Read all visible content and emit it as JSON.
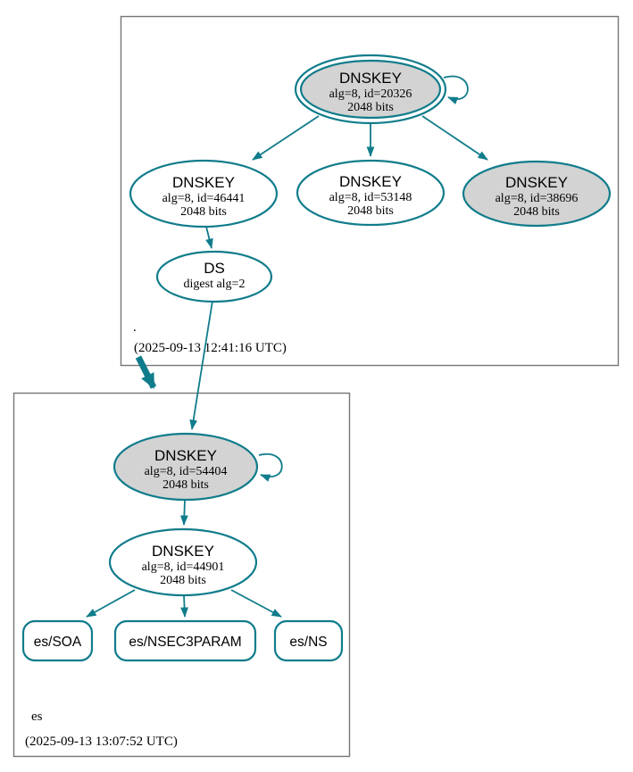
{
  "colors": {
    "edge_teal": "#107c8b",
    "node_fill_gray": "#d3d3d3",
    "node_fill_white": "#ffffff",
    "zone_border_gray": "#757575",
    "text_black": "#000000"
  },
  "root_zone": {
    "name": ".",
    "timestamp": "(2025-09-13 12:41:16 UTC)",
    "nodes": {
      "ksk_20326": {
        "title": "DNSKEY",
        "detail": "alg=8, id=20326",
        "bits": "2048 bits"
      },
      "zsk_46441": {
        "title": "DNSKEY",
        "detail": "alg=8, id=46441",
        "bits": "2048 bits"
      },
      "zsk_53148": {
        "title": "DNSKEY",
        "detail": "alg=8, id=53148",
        "bits": "2048 bits"
      },
      "ksk_38696": {
        "title": "DNSKEY",
        "detail": "alg=8, id=38696",
        "bits": "2048 bits"
      },
      "ds": {
        "title": "DS",
        "detail": "digest alg=2"
      }
    }
  },
  "es_zone": {
    "name": "es",
    "timestamp": "(2025-09-13 13:07:52 UTC)",
    "nodes": {
      "ksk_54404": {
        "title": "DNSKEY",
        "detail": "alg=8, id=54404",
        "bits": "2048 bits"
      },
      "zsk_44901": {
        "title": "DNSKEY",
        "detail": "alg=8, id=44901",
        "bits": "2048 bits"
      },
      "rrset_soa": {
        "label": "es/SOA"
      },
      "rrset_nsec3param": {
        "label": "es/NSEC3PARAM"
      },
      "rrset_ns": {
        "label": "es/NS"
      }
    }
  }
}
